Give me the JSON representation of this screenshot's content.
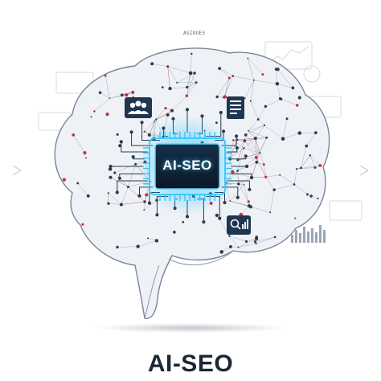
{
  "chip": {
    "label": "AI-SEO"
  },
  "caption": {
    "title": "AI-SEO"
  },
  "dashboard": {
    "tiny_label": "ASIOUES"
  },
  "colors": {
    "network_line": "#8a96a8",
    "node_dark": "#2b3a52",
    "node_accent": "#c0303a",
    "chip_glow": "#33c6ff",
    "chip_body": "#0f1f30",
    "title": "#1b2636"
  },
  "icons": [
    "users-icon",
    "documents-icon",
    "search-analytics-icon",
    "bar-chart-icon"
  ]
}
